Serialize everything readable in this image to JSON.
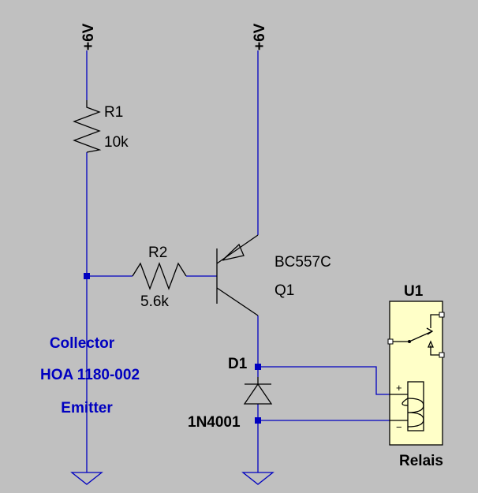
{
  "power": {
    "left": "+6V",
    "right": "+6V"
  },
  "r1": {
    "ref": "R1",
    "value": "10k"
  },
  "r2": {
    "ref": "R2",
    "value": "5.6k"
  },
  "q1": {
    "model": "BC557C",
    "ref": "Q1"
  },
  "d1": {
    "ref": "D1",
    "model": "1N4001"
  },
  "u1": {
    "ref": "U1",
    "label": "Relais",
    "pin_plus": "+",
    "pin_minus": "−"
  },
  "sensor": {
    "line1": "Collector",
    "line2": "HOA 1180-002",
    "line3": "Emitter"
  },
  "colors": {
    "background": "#c0c0c0",
    "wire": "#0000c0",
    "component": "#000000",
    "relay_fill": "#ffffc8"
  }
}
